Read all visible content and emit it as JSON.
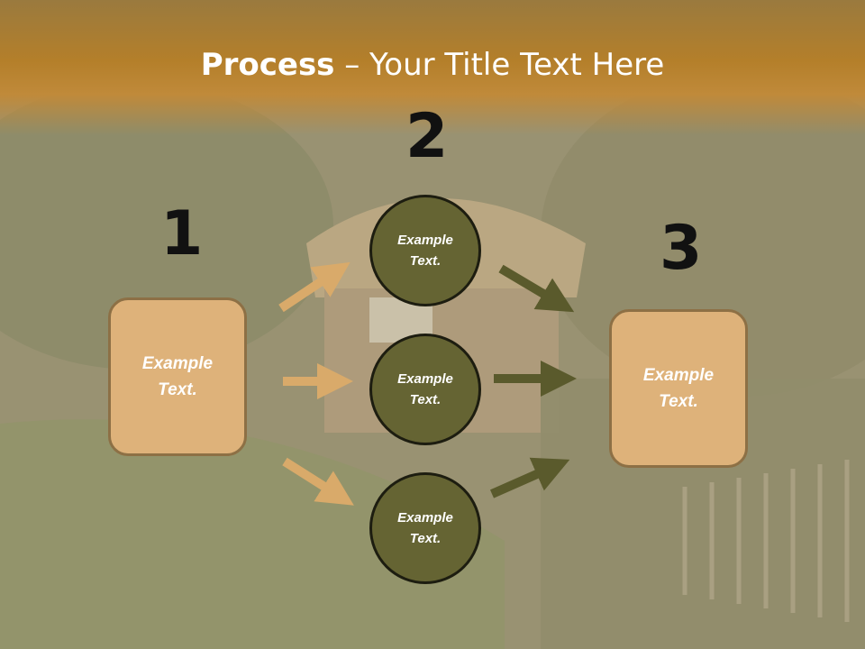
{
  "title": {
    "bold": "Process",
    "rest": " – Your Title Text Here"
  },
  "steps": {
    "one": "1",
    "two": "2",
    "three": "3"
  },
  "left_box": {
    "text": "Example Text."
  },
  "right_box": {
    "text": "Example Text."
  },
  "circles": [
    {
      "text": "Example Text."
    },
    {
      "text": "Example Text."
    },
    {
      "text": "Example Text."
    }
  ],
  "colors": {
    "title_band": "#b47f2a",
    "box_fill": "#deb27a",
    "box_border": "#8d7045",
    "circle_fill": "#656433",
    "arrow_tan": "#d9aa6a",
    "arrow_olive": "#5a5a2c"
  }
}
